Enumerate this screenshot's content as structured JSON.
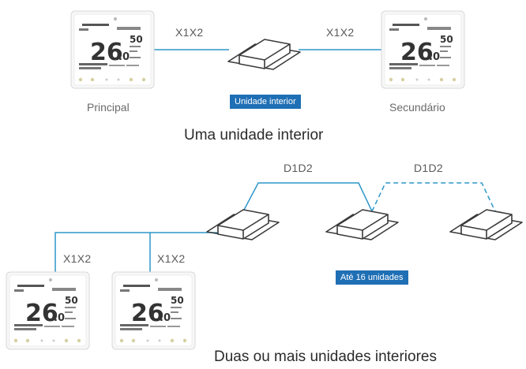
{
  "top": {
    "left_link_label": "X1X2",
    "right_link_label": "X1X2",
    "left_controller_label": "Principal",
    "right_controller_label": "Secundário",
    "indoor_unit_badge": "Unidade interior",
    "caption": "Uma unidade interior"
  },
  "bottom": {
    "d1d2_label_1": "D1D2",
    "d1d2_label_2": "D1D2",
    "x1x2_label_1": "X1X2",
    "x1x2_label_2": "X1X2",
    "units_badge": "Até 16 unidades",
    "caption": "Duas ou mais unidades interiores"
  },
  "controller_display": {
    "temperature": "26",
    "decimal": ".0",
    "side_value": "50"
  },
  "colors": {
    "wire": "#2e97c9",
    "badge": "#1f6fb5"
  }
}
